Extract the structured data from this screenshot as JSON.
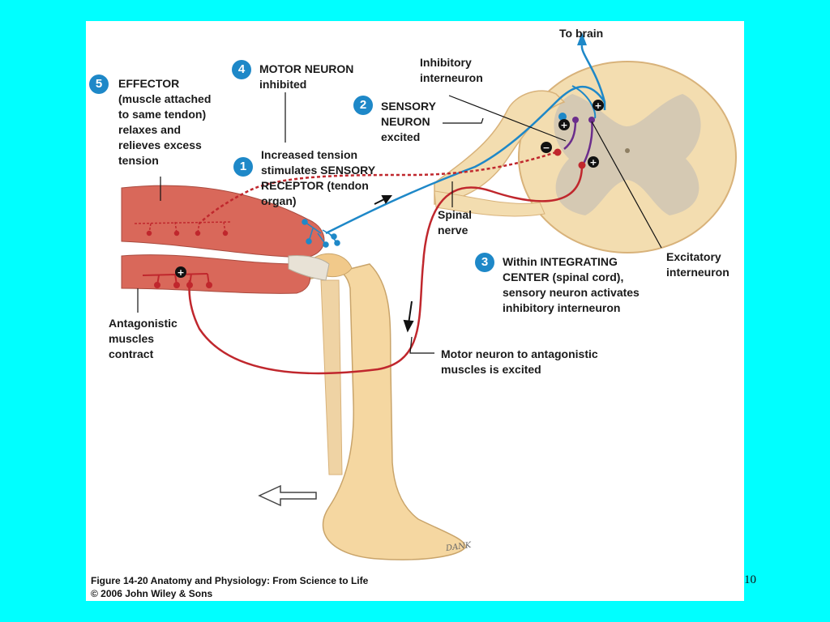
{
  "labels": {
    "to_brain": "To brain",
    "inhibitory_interneuron": "Inhibitory\ninterneuron",
    "sensory_neuron": "SENSORY\nNEURON\nexcited",
    "motor_neuron_inhibited": "MOTOR NEURON\ninhibited",
    "effector": "EFFECTOR\n(muscle attached\nto same tendon)\nrelaxes and\nrelieves excess\ntension",
    "receptor": "Increased tension\nstimulates SENSORY\nRECEPTOR (tendon\norgan)",
    "spinal_nerve": "Spinal\nnerve",
    "excitatory_interneuron": "Excitatory\ninterneuron",
    "integrating_center": "Within INTEGRATING\nCENTER (spinal cord),\nsensory neuron activates\ninhibitory interneuron",
    "antagonistic_muscles": "Antagonistic\nmuscles\ncontract",
    "motor_to_antagonistic": "Motor neuron to antagonistic\nmuscles is excited"
  },
  "steps": {
    "s1": "1",
    "s2": "2",
    "s3": "3",
    "s4": "4",
    "s5": "5"
  },
  "signature": "DANK",
  "caption": {
    "line1": "Figure 14-20  Anatomy and Physiology: From Science to Life",
    "line2": "© 2006 John Wiley & Sons"
  },
  "page_number": "10",
  "colors": {
    "background": "#00FFFF",
    "sensory": "#1E88C8",
    "motor": "#C0272D",
    "interneuron": "#6B2D8C",
    "muscle": "#D9685A",
    "skin": "#F5D7A1",
    "cord_gray": "#D5C9B3"
  }
}
